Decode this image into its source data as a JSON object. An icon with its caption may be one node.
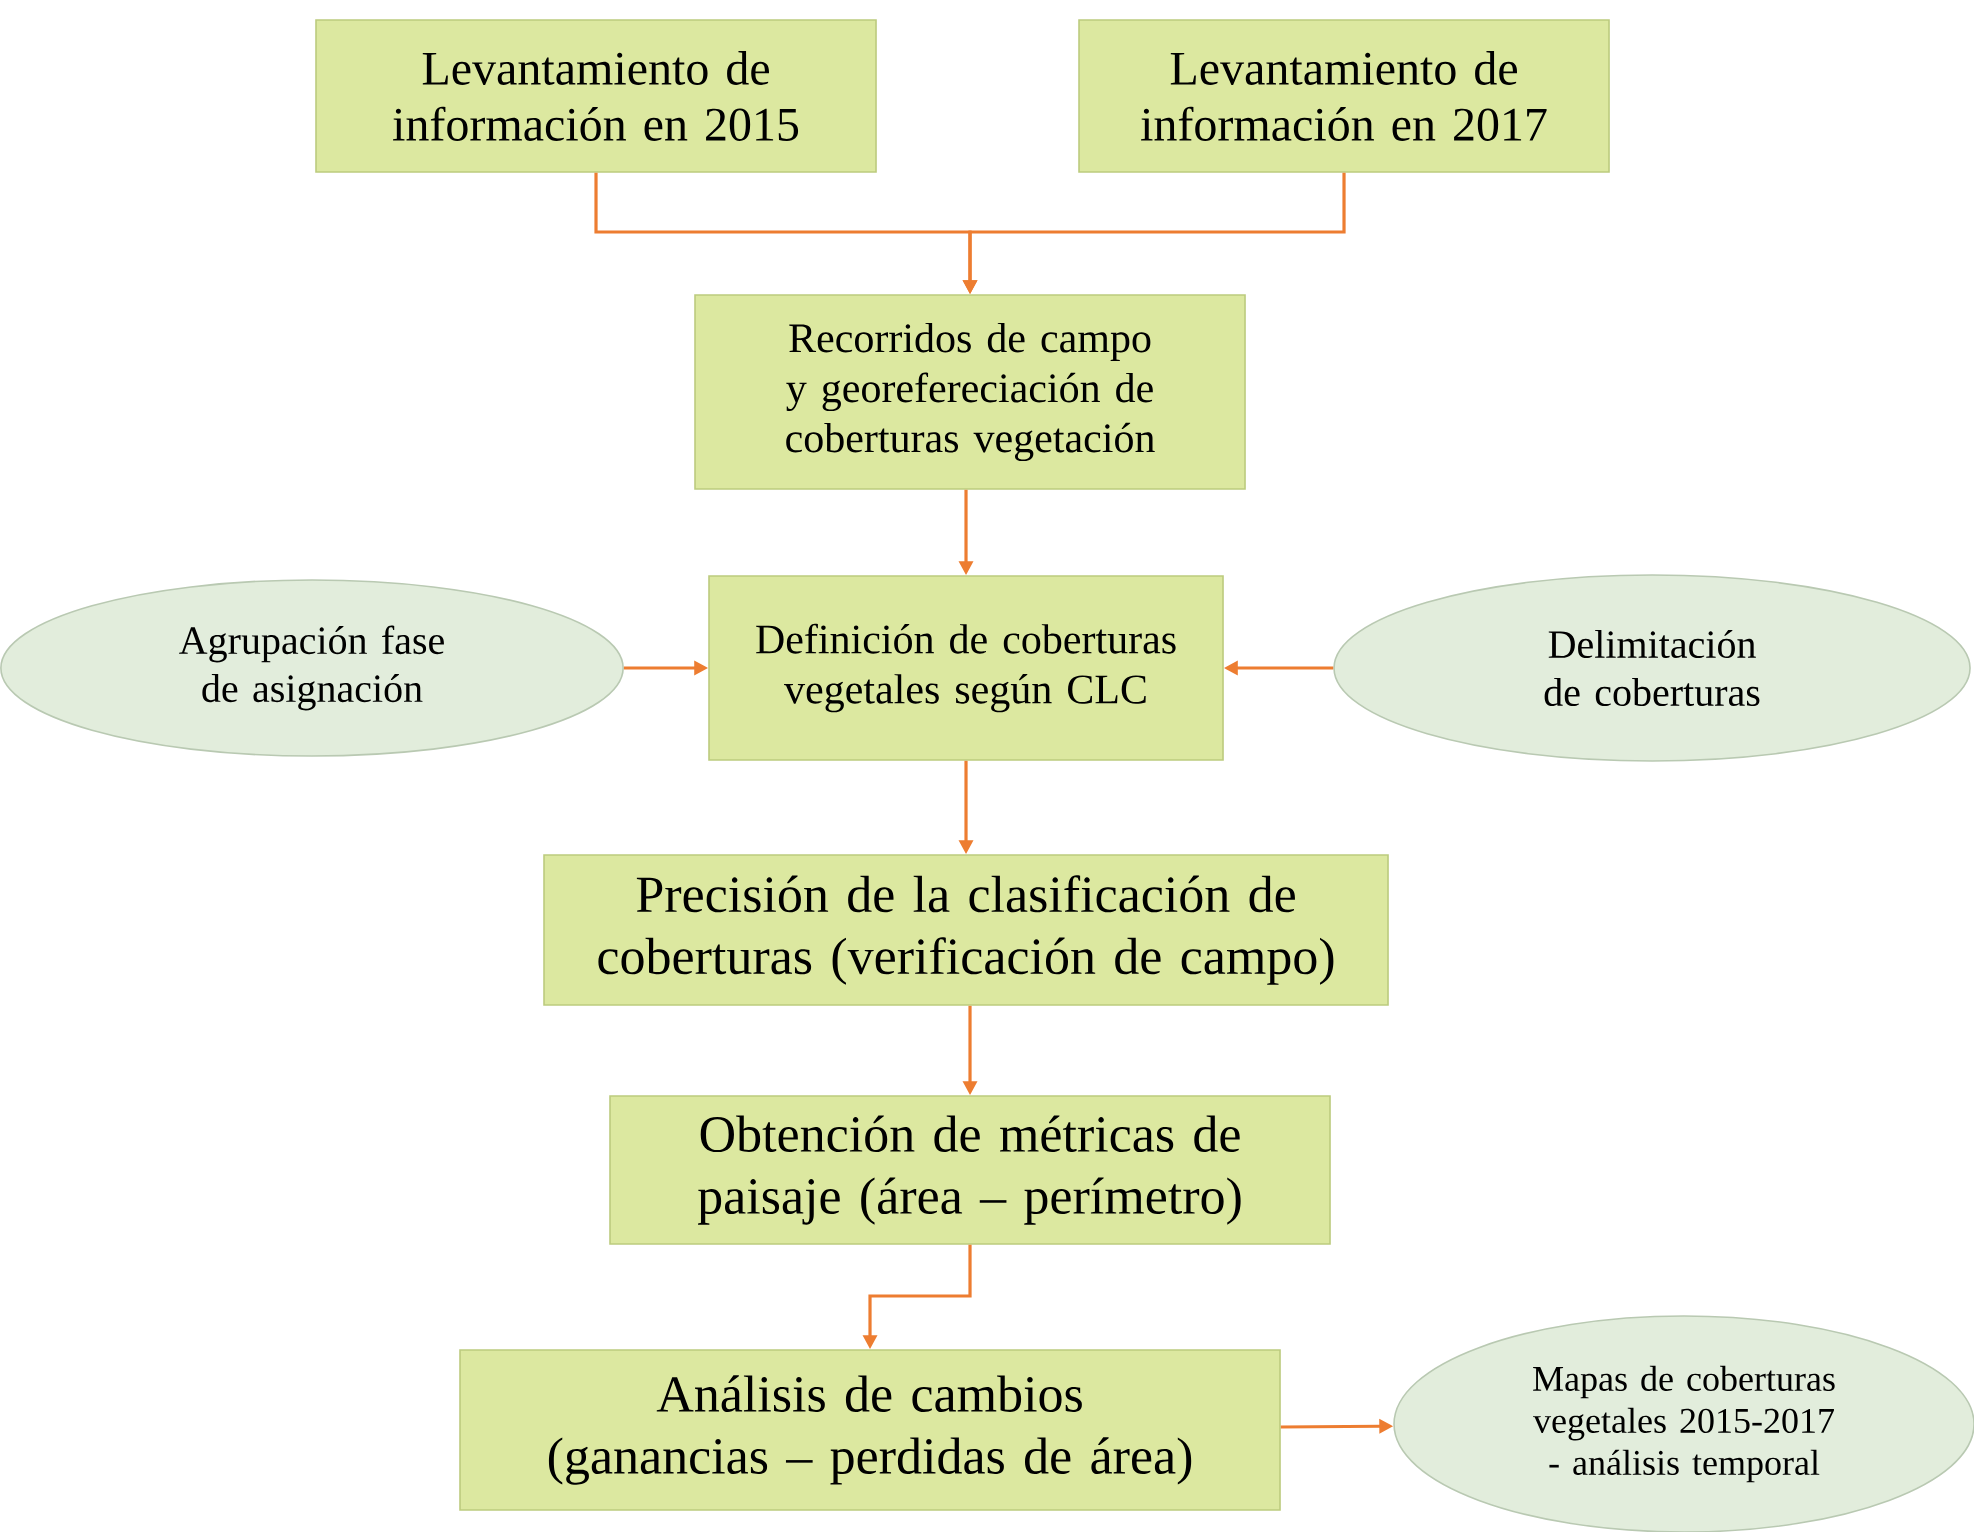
{
  "diagram": {
    "nodes": [
      {
        "text": [
          "Levantamiento de información en 2015"
        ]
      },
      {
        "text": [
          "Levantamiento de información en 2017"
        ]
      },
      {
        "text": [
          "Recorridos de campo y georefereciación de coberturas vegetación"
        ]
      },
      {
        "text": [
          "Agrupación fase de asignación"
        ]
      },
      {
        "text": [
          "Definición de coberturas vegetales según CLC"
        ]
      },
      {
        "text": [
          "Delimitación de coberturas"
        ]
      },
      {
        "text": [
          "Precisión de la clasificación de coberturas (verificación de campo)"
        ]
      },
      {
        "text": [
          "Obtención de métricas de paisaje (área – perímetro)"
        ]
      },
      {
        "text": [
          "Análisis de cambios (ganancias – perdidas de área)"
        ]
      },
      {
        "text": [
          "Mapas de coberturas vegetales 2015-2017 - análisis temporal"
        ]
      }
    ],
    "edges": [
      {
        "from": 0,
        "to": 2,
        "arrow": "to"
      },
      {
        "from": 1,
        "to": 2,
        "arrow": "to"
      },
      {
        "from": 2,
        "to": 4,
        "arrow": "to"
      },
      {
        "from": 3,
        "to": 4,
        "arrow": "to"
      },
      {
        "from": 5,
        "to": 4,
        "arrow": "to"
      },
      {
        "from": 4,
        "to": 6,
        "arrow": "to"
      },
      {
        "from": 6,
        "to": 7,
        "arrow": "to"
      },
      {
        "from": 7,
        "to": 8,
        "arrow": "to"
      },
      {
        "from": 8,
        "to": 9,
        "arrow": "to"
      }
    ]
  }
}
